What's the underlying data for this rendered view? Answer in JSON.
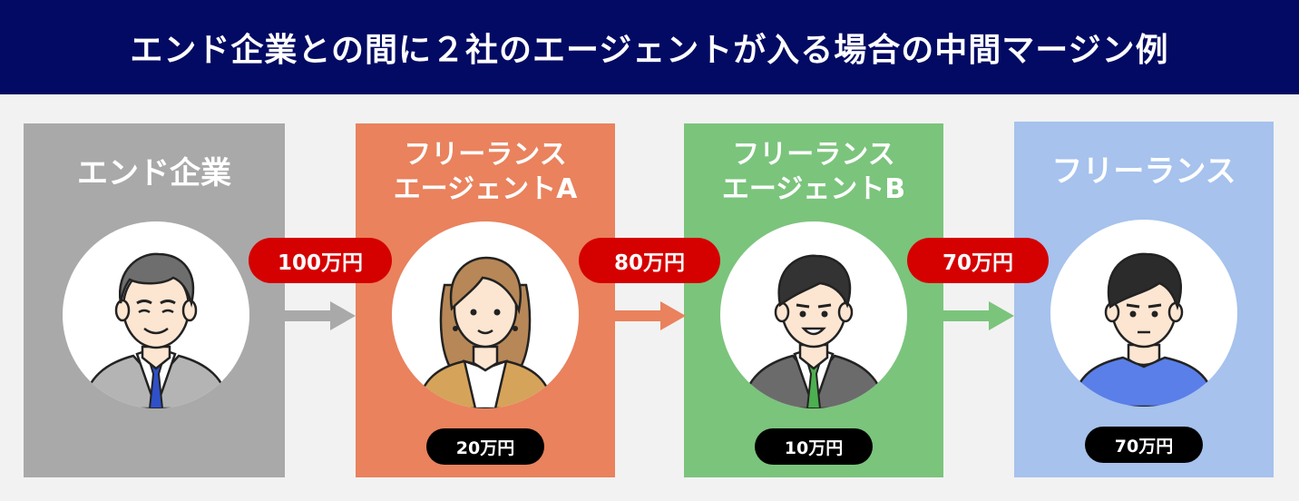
{
  "header": {
    "title": "エンド企業との間に２社のエージェントが入る場合の中間マージン例"
  },
  "panels": [
    {
      "title_lines": [
        "エンド企業"
      ],
      "color": "#a9a9a9"
    },
    {
      "title_lines": [
        "フリーランス",
        "エージェントA"
      ],
      "margin": "20万円",
      "color": "#e9825d"
    },
    {
      "title_lines": [
        "フリーランス",
        "エージェントB"
      ],
      "margin": "10万円",
      "color": "#7bc47c"
    },
    {
      "title_lines": [
        "フリーランス"
      ],
      "margin": "70万円",
      "color": "#a6c2ed"
    }
  ],
  "flows": [
    {
      "amount": "100万円",
      "arrow_color": "#a9a9a9"
    },
    {
      "amount": "80万円",
      "arrow_color": "#e9825d"
    },
    {
      "amount": "70万円",
      "arrow_color": "#7bc47c"
    }
  ],
  "icons": [
    "businessman-senior-icon",
    "businesswoman-icon",
    "businessman-young-icon",
    "casual-man-icon"
  ],
  "colors": {
    "header_bg": "#020a63",
    "amount_pill": "#d50000",
    "margin_pill": "#000000",
    "background": "#f2f2f2"
  }
}
